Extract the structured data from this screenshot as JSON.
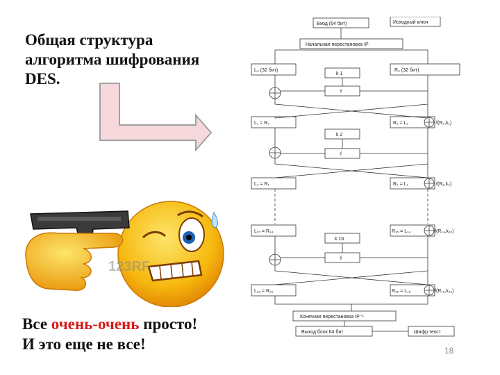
{
  "slide": {
    "title_lines": [
      "Общая структура",
      "алгоритма шифрования",
      "DES."
    ],
    "caption": {
      "line1_before": "Все ",
      "line1_highlight": "очень-очень",
      "line1_after": " просто!",
      "line2": "И это еще не все!"
    },
    "page_number": "18",
    "watermark": "123RF"
  },
  "diagram": {
    "input_block": "Вход (64 бит)",
    "source_key": "Исходный ключ",
    "initial_permutation": "Начальная перестановка IP",
    "l0": "L₀ (32 бит)",
    "r0": "R₀ (32 бит)",
    "k1": "k 1",
    "f": "f",
    "l1": "L₁ = R₀",
    "r1": "R₁ = L₀",
    "f_r0_k1": "f(R₀,k₁)",
    "k2": "k 2",
    "l2": "L₂ = R₁",
    "r2": "R₂ = L₁",
    "f_r1_k2": "f(R₁,k₂)",
    "l15": "L₁₅ = R₁₄",
    "r15": "R₁₅ = L₁₄",
    "f_r14_k15": "f(R₁₄,k₁₅)",
    "k16": "k 16",
    "l16": "L₁₆ = R₁₅",
    "r16": "R₁₆ = L₁₅",
    "f_r15_k16": "f(R₁₅,k₁₆)",
    "final_permutation": "Конечная перестановка IP⁻¹",
    "output_block": "Выход блок 64 бит",
    "ciphertext": "Шифр текст"
  },
  "colors": {
    "arrow_fill": "#f7d9dd",
    "arrow_stroke": "#a0a0a0",
    "highlight": "#d61a1a",
    "emoji_yellow": "#f6b80e"
  }
}
